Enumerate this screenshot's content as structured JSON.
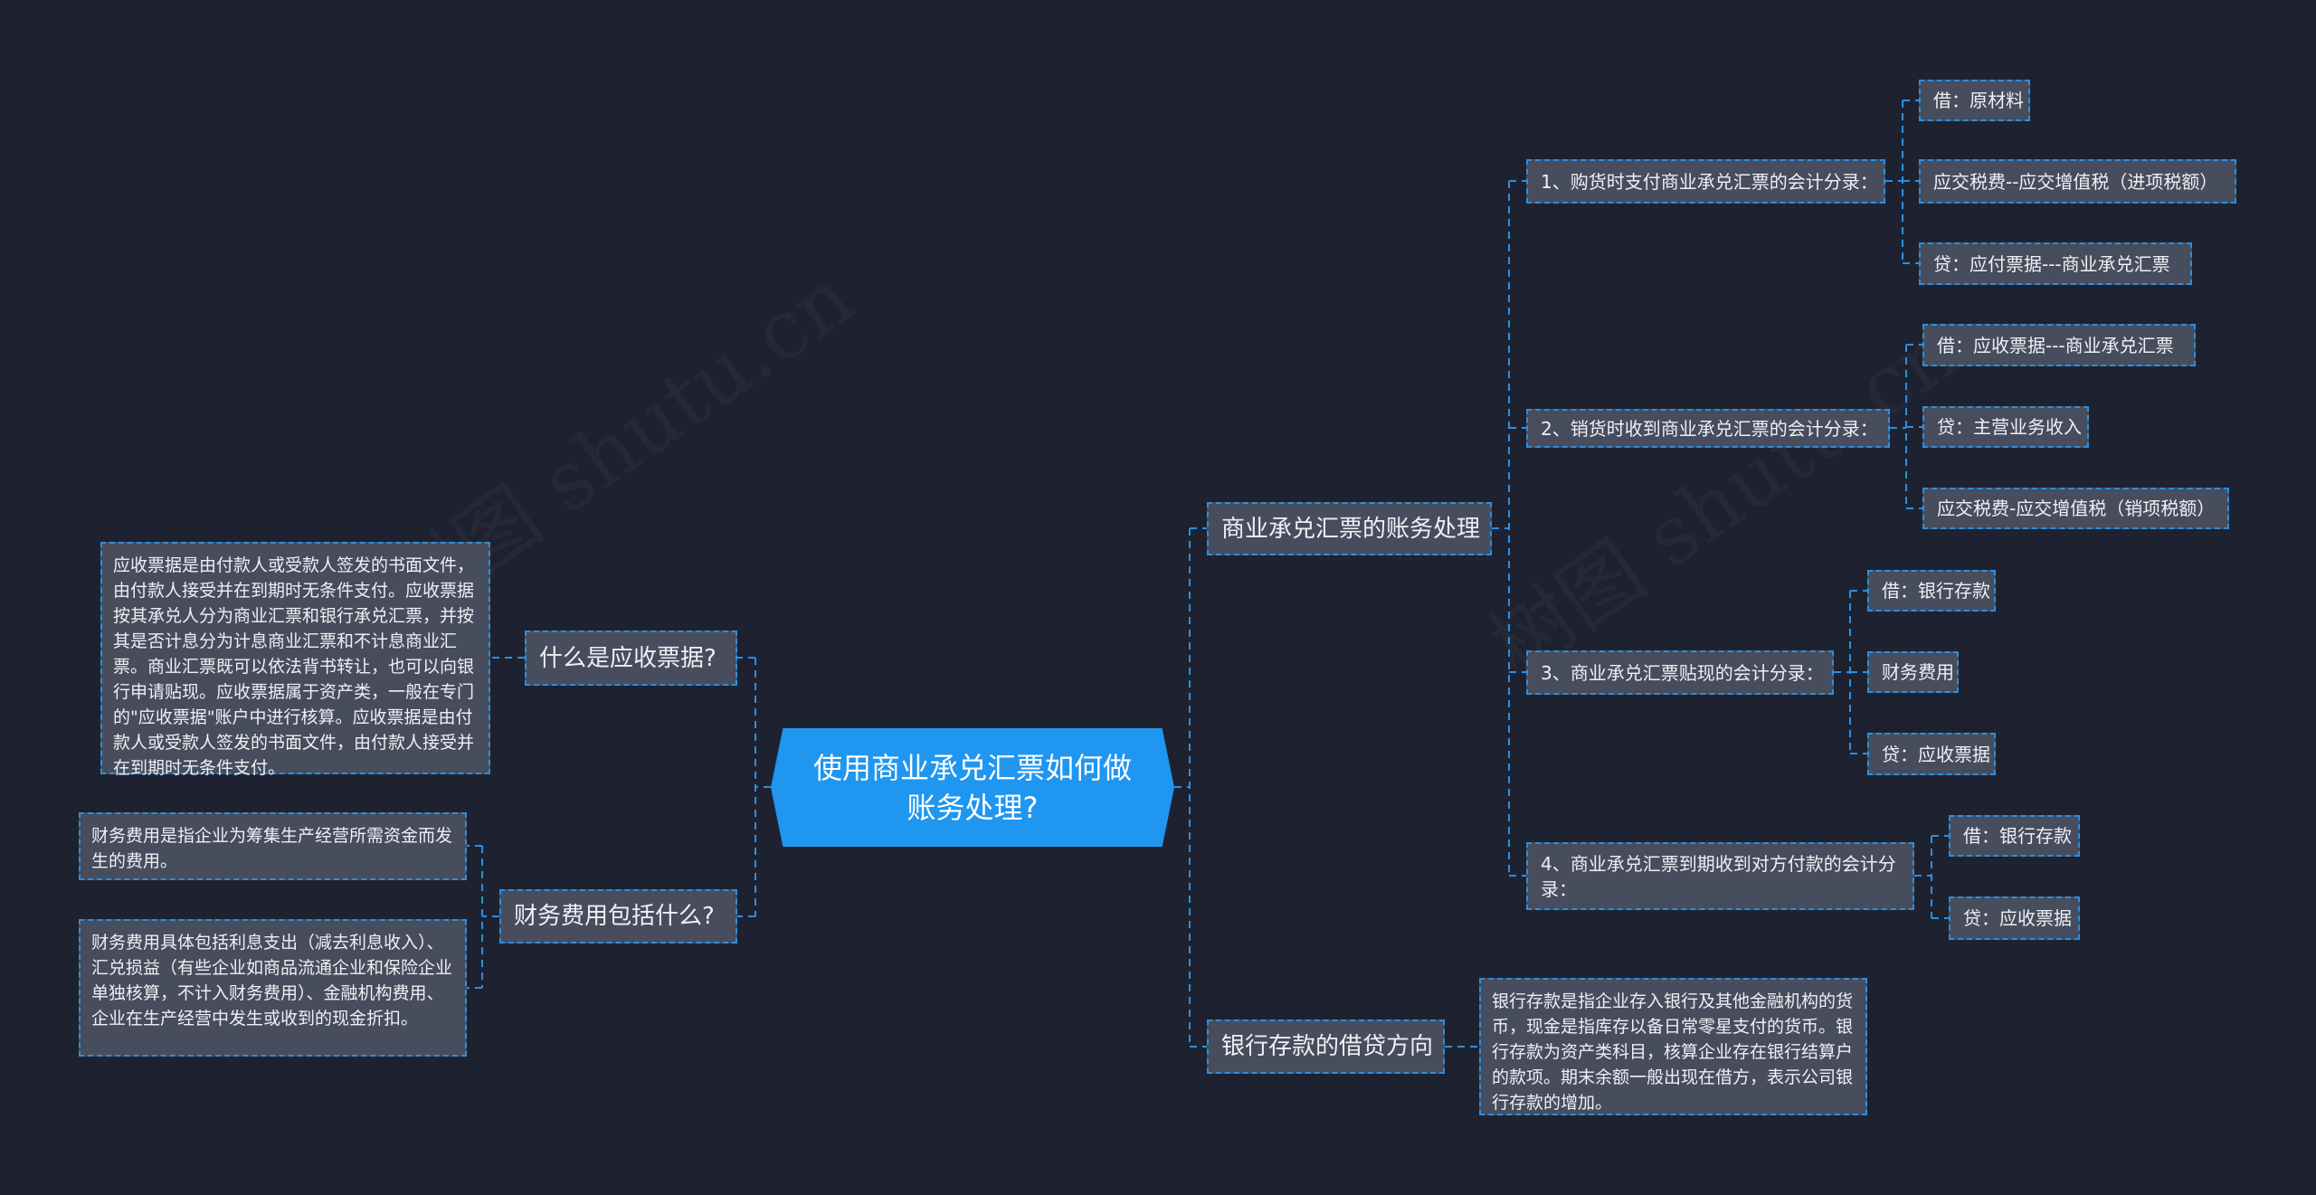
{
  "watermark": "树图 shutu.cn",
  "root": {
    "label": "使用商业承兑汇票如何做账务处理?"
  },
  "left": [
    {
      "label": "什么是应收票据?",
      "children": [
        "应收票据是由付款人或受款人签发的书面文件，由付款人接受并在到期时无条件支付。应收票据按其承兑人分为商业汇票和银行承兑汇票，并按其是否计息分为计息商业汇票和不计息商业汇票。商业汇票既可以依法背书转让，也可以向银行申请贴现。应收票据属于资产类，一般在专门的\"应收票据\"账户中进行核算。应收票据是由付款人或受款人签发的书面文件，由付款人接受并在到期时无条件支付。"
      ]
    },
    {
      "label": "财务费用包括什么?",
      "children": [
        "财务费用是指企业为筹集生产经营所需资金而发生的费用。",
        "财务费用具体包括利息支出（减去利息收入）、汇兑损益（有些企业如商品流通企业和保险企业单独核算，不计入财务费用）、金融机构费用、企业在生产经营中发生或收到的现金折扣。"
      ]
    }
  ],
  "right": [
    {
      "label": "商业承兑汇票的账务处理",
      "children": [
        {
          "label": "1、购货时支付商业承兑汇票的会计分录：",
          "children": [
            "借：原材料",
            "应交税费--应交增值税（进项税额）",
            "贷：应付票据---商业承兑汇票"
          ]
        },
        {
          "label": "2、销货时收到商业承兑汇票的会计分录：",
          "children": [
            "借：应收票据---商业承兑汇票",
            "贷：主营业务收入",
            "应交税费-应交增值税（销项税额）"
          ]
        },
        {
          "label": "3、商业承兑汇票贴现的会计分录：",
          "children": [
            "借：银行存款",
            "财务费用",
            "贷：应收票据"
          ]
        },
        {
          "label": "4、商业承兑汇票到期收到对方付款的会计分录：",
          "children": [
            "借：银行存款",
            "贷：应收票据"
          ]
        }
      ]
    },
    {
      "label": "银行存款的借贷方向",
      "children": [
        "银行存款是指企业存入银行及其他金融机构的货币，现金是指库存以备日常零星支付的货币。银行存款为资产类科目，核算企业存在银行结算户的款项。期末余额一般出现在借方，表示公司银行存款的增加。"
      ]
    }
  ]
}
